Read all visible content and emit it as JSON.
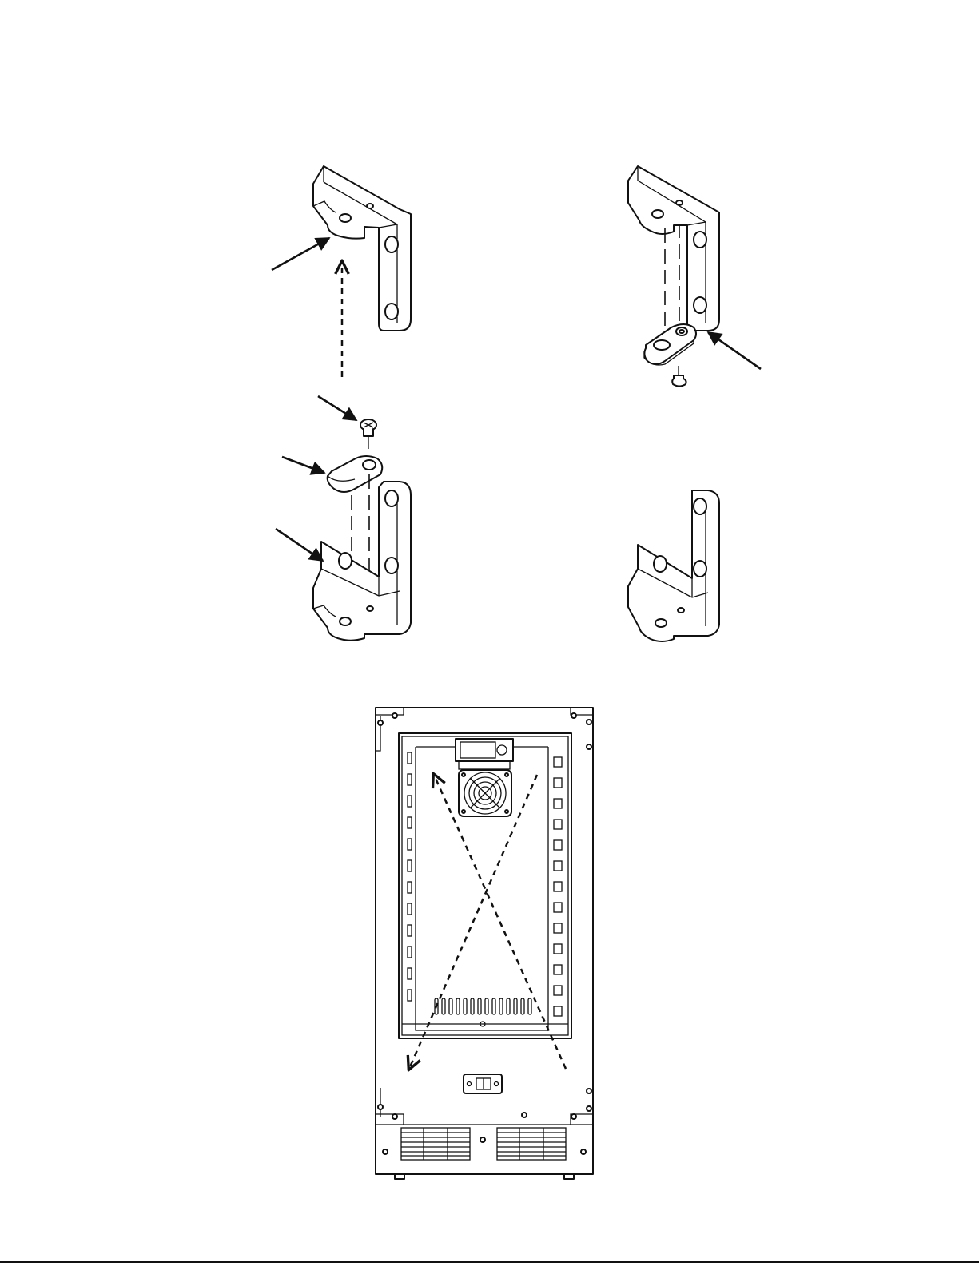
{
  "figure": {
    "panels": [
      {
        "name": "step-1-hinge-pin-removed"
      },
      {
        "name": "step-2-hinge-pin-installed"
      },
      {
        "name": "step-3-bracket-reinstalled"
      },
      {
        "name": "step-4-bracket-final"
      },
      {
        "name": "rear-panel-view"
      }
    ],
    "colors": {
      "ink": "#111111",
      "paper": "#ffffff"
    }
  }
}
